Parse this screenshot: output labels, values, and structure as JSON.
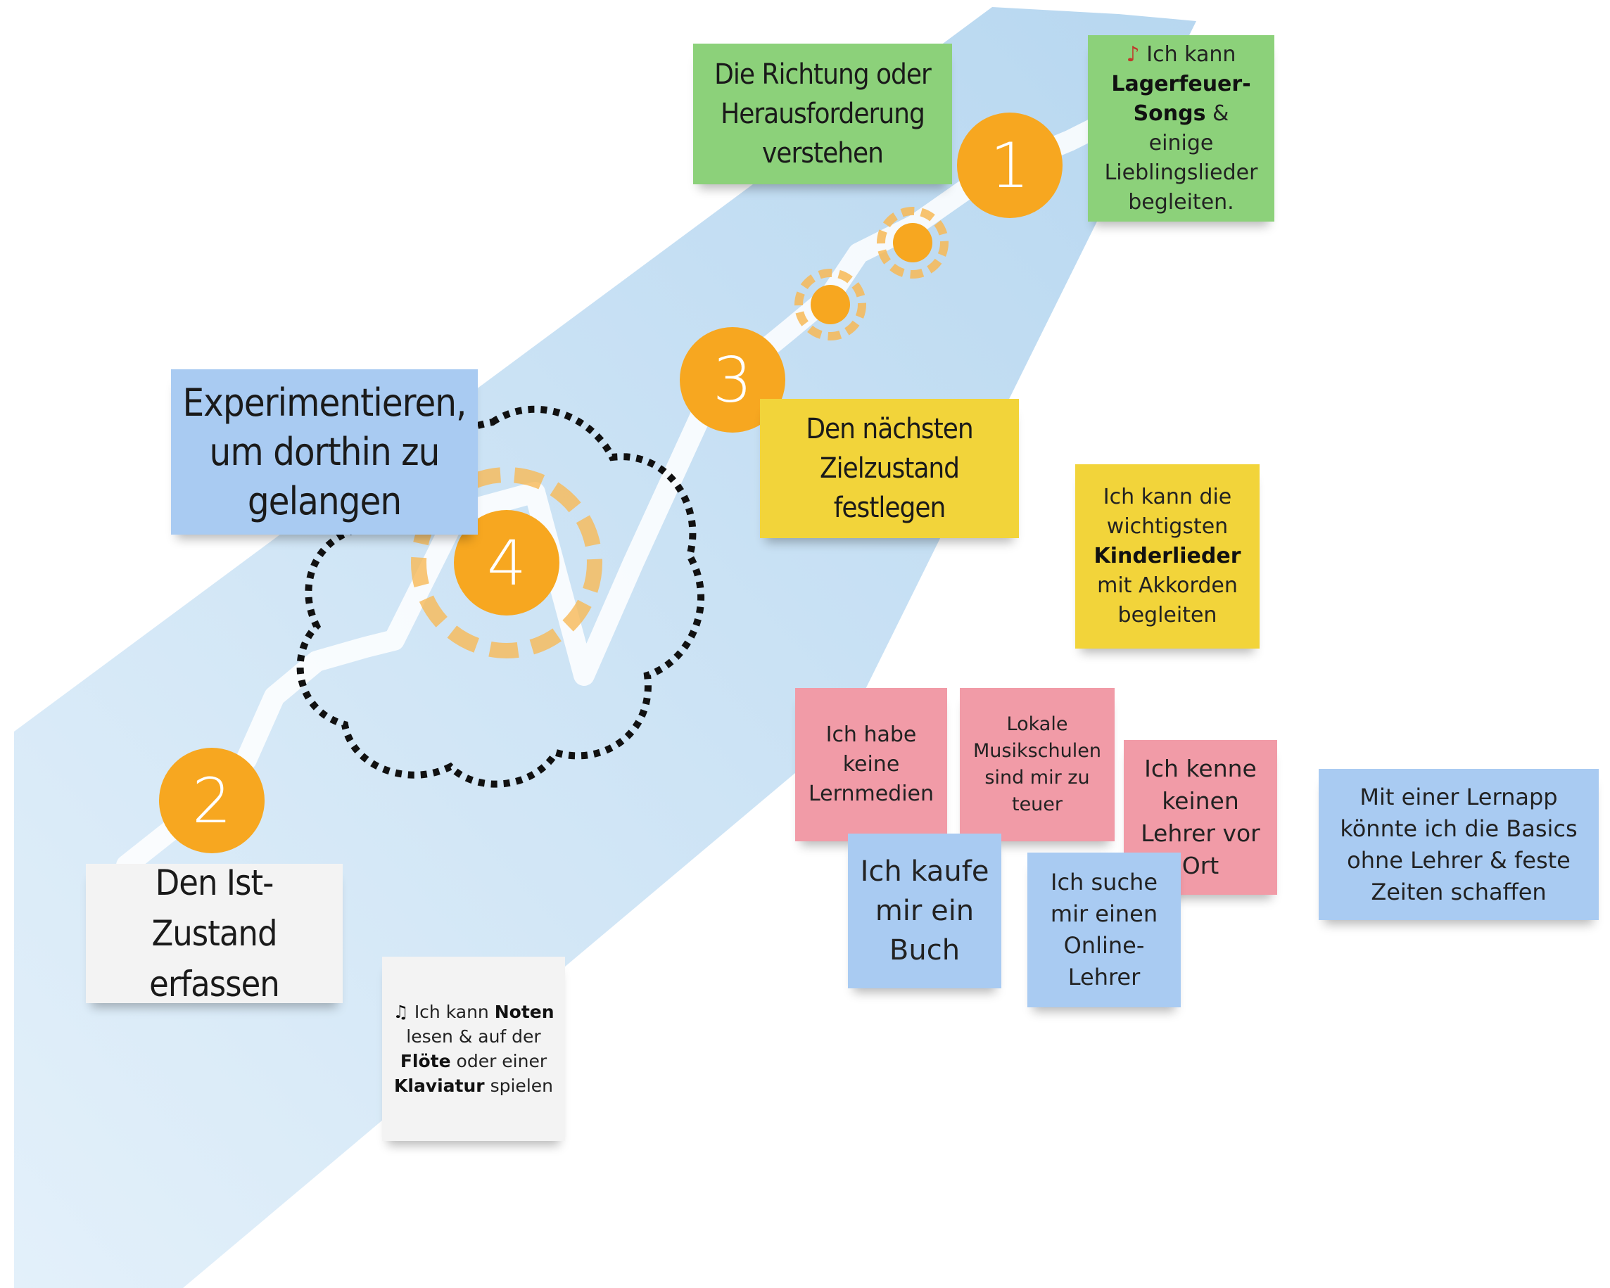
{
  "steps": {
    "step1": {
      "number": "1",
      "label": "Die Richtung oder Herausforderung verstehen"
    },
    "step2": {
      "number": "2",
      "label": "Den Ist-Zustand erfassen"
    },
    "step3": {
      "number": "3",
      "label": "Den nächsten Zielzustand festlegen"
    },
    "step4": {
      "number": "4",
      "label": "Experimentieren, um dorthin zu gelangen"
    }
  },
  "notes": {
    "challenge": {
      "icon": "guitar-icon",
      "pre": "Ich kann",
      "bold1": "Lagerfeuer-Songs",
      "post": "& einige Lieblingslieder begleiten."
    },
    "current": {
      "icon": "music-note-icon",
      "pre": "Ich kann",
      "bold1": "Noten",
      "mid1": "lesen & auf der",
      "bold2": "Flöte",
      "mid2": "oder einer",
      "bold3": "Klaviatur",
      "post": "spielen"
    },
    "target": {
      "pre": "Ich kann die wichtigsten",
      "bold1": "Kinderlieder",
      "post": "mit Akkorden begleiten"
    },
    "obstacles": [
      "Ich habe keine Lernmedien",
      "Lokale Musikschulen sind mir zu teuer",
      "Ich kenne keinen Lehrer vor Ort"
    ],
    "experiments": [
      "Ich kaufe mir ein Buch",
      "Ich suche mir einen Online-Lehrer",
      "Mit einer Lernapp könnte ich die Basics ohne Lehrer & feste Zeiten schaffen"
    ]
  },
  "colors": {
    "road": "#bfdcf1",
    "path": "#ffffff",
    "badge": "#f7a720",
    "green_note": "#8cd17a",
    "yellow_note": "#f2d43a",
    "blue_note": "#a9cbf2",
    "pink_note": "#f19ba7",
    "white_note": "#f3f3f3"
  }
}
